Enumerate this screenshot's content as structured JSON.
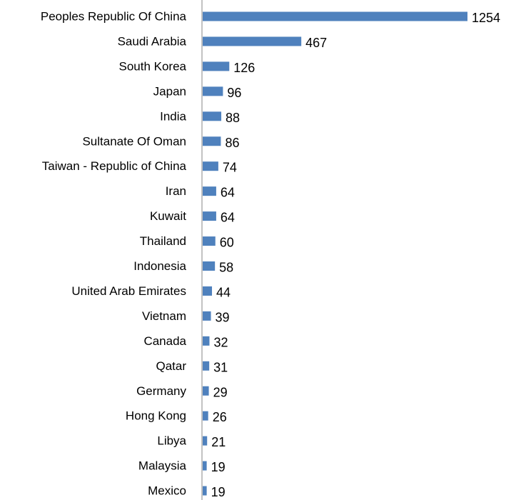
{
  "chart_data": {
    "type": "bar",
    "orientation": "horizontal",
    "title": "",
    "xlabel": "",
    "ylabel": "",
    "grid": false,
    "legend": "none",
    "bar_color": "#4f81bd",
    "axis_color": "#868686",
    "categories": [
      "Peoples Republic Of China",
      "Saudi Arabia",
      "South Korea",
      "Japan",
      "India",
      "Sultanate Of Oman",
      "Taiwan - Republic of China",
      "Iran",
      "Kuwait",
      "Thailand",
      "Indonesia",
      "United Arab Emirates",
      "Vietnam",
      "Canada",
      "Qatar",
      "Germany",
      "Hong Kong",
      "Libya",
      "Malaysia",
      "Mexico"
    ],
    "values": [
      1254,
      467,
      126,
      96,
      88,
      86,
      74,
      64,
      64,
      60,
      58,
      44,
      39,
      32,
      31,
      29,
      26,
      21,
      19,
      19
    ],
    "xlim": [
      0,
      1254
    ]
  }
}
